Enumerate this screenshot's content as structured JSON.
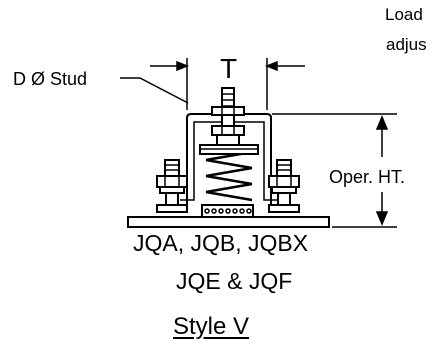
{
  "labels": {
    "load_note": "Load",
    "adjust_note": "adjus",
    "stud": "D  Ø Stud",
    "dimension_t": "T",
    "operating_height": "Oper. HT.",
    "models_line1": "JQA, JQB, JQBX",
    "models_line2": "JQE & JQF",
    "style": "Style V"
  },
  "colors": {
    "ink": "#000000",
    "background": "#ffffff"
  }
}
